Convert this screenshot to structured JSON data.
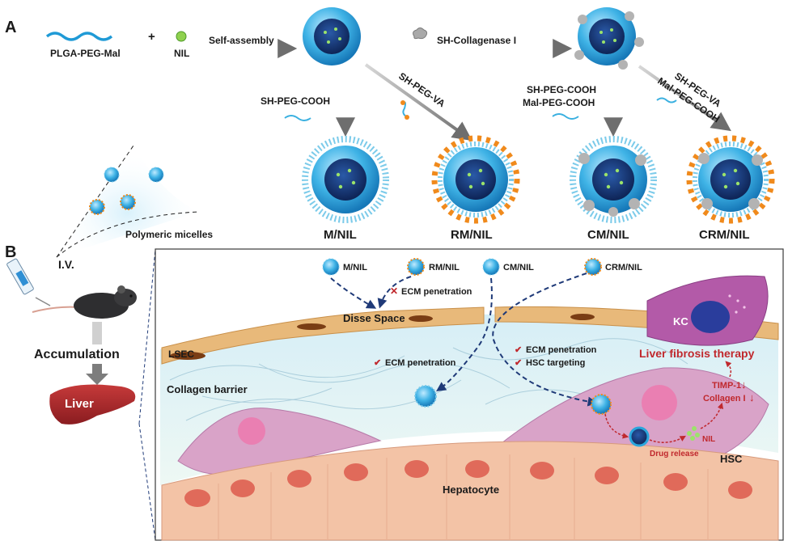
{
  "panel_a": {
    "letter": "A",
    "polymer": "PLGA-PEG-Mal",
    "plus": "+",
    "drug": "NIL",
    "step_assembly": "Self-assembly",
    "step_collagenase": "SH-Collagenase I",
    "reagent_m": "SH-PEG-COOH",
    "reagent_rm": "SH-PEG-VA",
    "reagent_cm_1": "SH-PEG-COOH",
    "reagent_cm_2": "Mal-PEG-COOH",
    "reagent_crm_1": "SH-PEG-VA",
    "reagent_crm_2": "Mal-PEG-COOH",
    "product_m": "M/NIL",
    "product_rm": "RM/NIL",
    "product_cm": "CM/NIL",
    "product_crm": "CRM/NIL",
    "micelle_caption": "Polymeric micelles"
  },
  "panel_b": {
    "letter": "B",
    "route": "I.V.",
    "accumulation": "Accumulation",
    "organ": "Liver",
    "legend_m": "M/NIL",
    "legend_rm": "RM/NIL",
    "legend_cm": "CM/NIL",
    "legend_crm": "CRM/NIL",
    "ecm_fail": "ECM penetration",
    "disse": "Disse Space",
    "lsec": "LSEC",
    "kc": "KC",
    "ecm_ok_1": "ECM penetration",
    "ecm_ok_2": "ECM penetration",
    "hsc_targeting": "HSC targeting",
    "therapy": "Liver fibrosis therapy",
    "collagen_barrier": "Collagen barrier",
    "timp": "TIMP-1",
    "collagen_i": "Collagen I",
    "nil": "NIL",
    "drug_release": "Drug release",
    "hsc": "HSC",
    "hepatocyte": "Hepatocyte",
    "down_arrow": "↓"
  },
  "colors": {
    "micelle_blue": "#2aa6dc",
    "core_navy": "#1b3a7a",
    "va_orange": "#f08a1c",
    "collagenase_grey": "#9a9a9a",
    "arrow_grey": "#7d7d7d",
    "dashed_navy": "#1f3a78",
    "lsec_tan": "#e8b97a",
    "hsc_pink": "#d9a3c8",
    "hepatocyte_peach": "#f3c3a6",
    "liver_red": "#a8262a",
    "alert_red": "#c0282d"
  }
}
